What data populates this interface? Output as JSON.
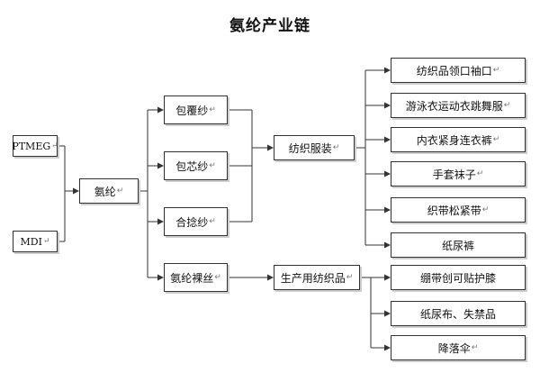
{
  "title": "氨纶产业链",
  "paragraph_mark": "↵",
  "raw_materials": {
    "ptmeg": "PTMEG",
    "mdi": "MDI"
  },
  "core": "氨纶",
  "yarn_types": {
    "covered": "包覆纱",
    "core_spun": "包芯纱",
    "plied": "合捻纱",
    "bare": "氨纶裸丝"
  },
  "categories": {
    "apparel": "纺织服装",
    "industrial": "生产用纺织品"
  },
  "apparel_items": {
    "collar_cuff": "纺织品领口袖口",
    "swim_dance": "游泳衣运动衣跳舞服",
    "underwear": "内衣紧身连衣裤",
    "gloves_socks": "手套袜子",
    "elastic_band": "织带松紧带",
    "diaper": "纸尿裤"
  },
  "industrial_items": {
    "bandage": "绷带创可贴护膝",
    "diaper_incontinence": "纸尿布、失禁品",
    "parachute": "降落伞"
  },
  "colors": {
    "border": "#333333",
    "shadow": "#cfcfcf",
    "line": "#333333"
  }
}
